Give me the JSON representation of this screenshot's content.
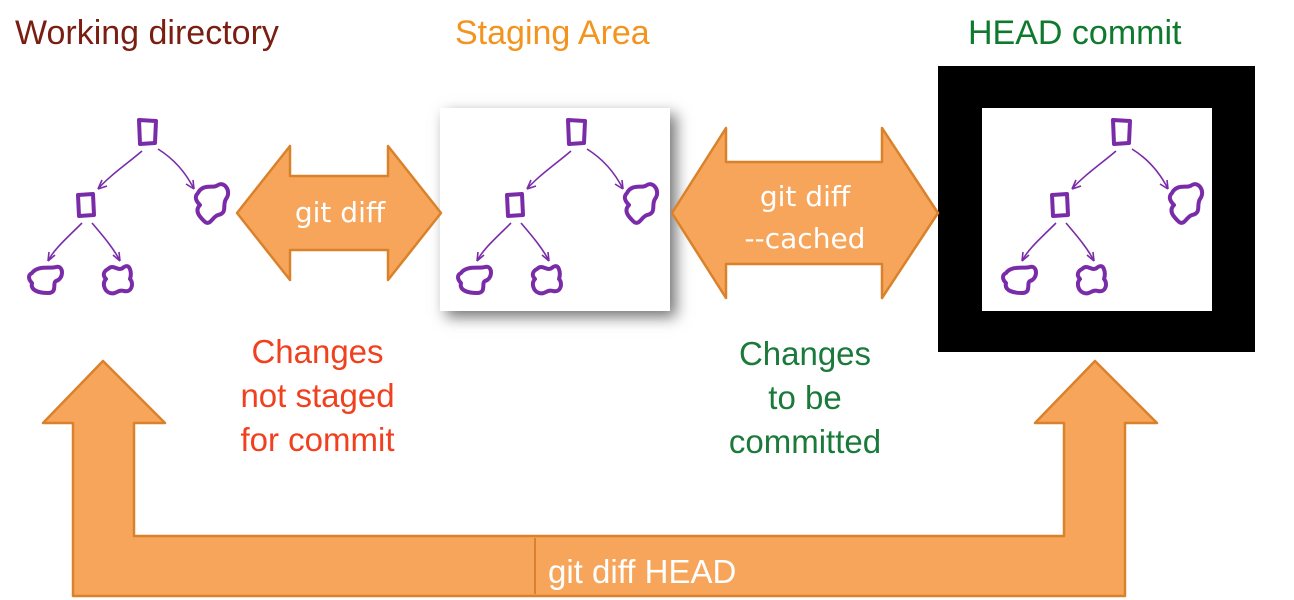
{
  "titles": {
    "working": "Working directory",
    "staging": "Staging Area",
    "head": "HEAD commit"
  },
  "arrows": {
    "diff": "git diff",
    "cached_line1": "git diff",
    "cached_line2": "--cached",
    "head": "git diff HEAD"
  },
  "notes": {
    "unstaged": [
      "Changes",
      "not staged",
      "for commit"
    ],
    "staged": [
      "Changes",
      "to be",
      "committed"
    ]
  },
  "colors": {
    "working_title": "#7a1e12",
    "staging_title": "#f2941e",
    "head_title": "#0f7a2e",
    "unstaged_note": "#f0401e",
    "staged_note": "#1a7a3a",
    "arrow_fill": "#f7a55a",
    "arrow_stroke": "#d9822b",
    "tree": "#7a2ca8"
  },
  "icons": {
    "tree": "file-tree-icon"
  }
}
